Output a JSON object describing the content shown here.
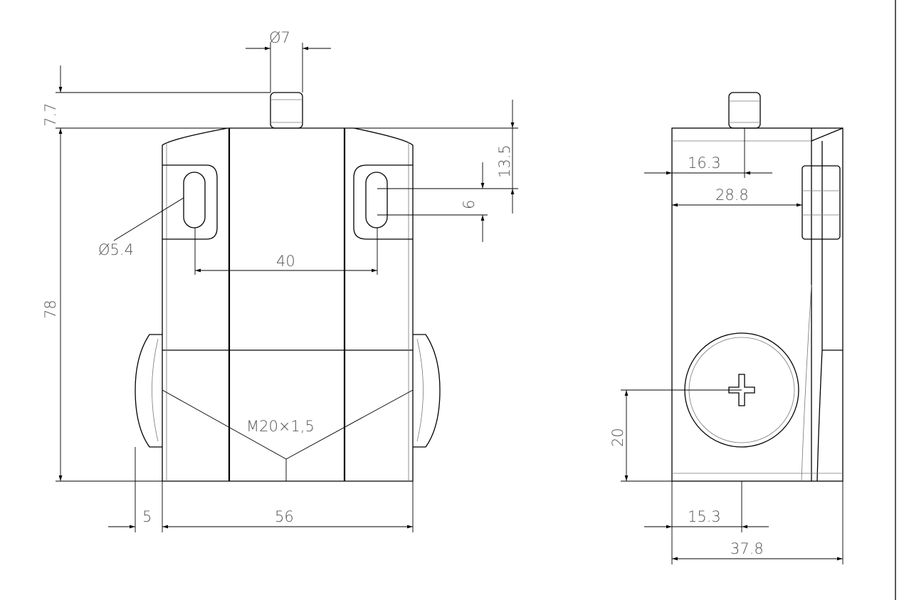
{
  "front_view": {
    "dims": {
      "plunger_diameter": "Ø7",
      "plunger_height": "7.7",
      "body_height": "78",
      "slot_offset": "13.5",
      "slot_length": "6",
      "hole_spacing": "40",
      "hole_diameter": "Ø5.4",
      "thread": "M20×1,5",
      "gland_offset": "5",
      "body_width": "56"
    }
  },
  "side_view": {
    "dims": {
      "plunger_position": "16.3",
      "ear_position": "28.8",
      "gland_height": "20",
      "gland_position": "15.3",
      "body_depth": "37.8"
    }
  },
  "colors": {
    "line": "#000000",
    "text": "#555555",
    "background": "#ffffff"
  }
}
